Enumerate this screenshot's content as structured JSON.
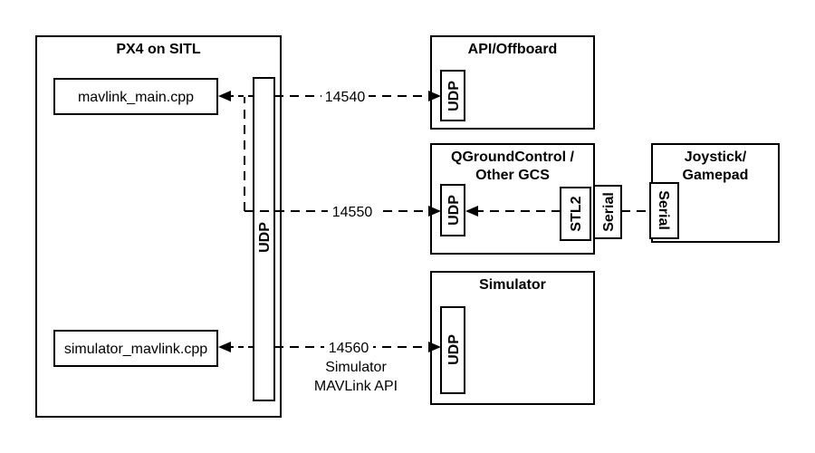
{
  "diagram": {
    "px4": {
      "title": "PX4 on SITL",
      "mavlink_main": "mavlink_main.cpp",
      "simulator_mavlink": "simulator_mavlink.cpp",
      "udp_bar": "UDP"
    },
    "api_offboard": {
      "title": "API/Offboard",
      "udp": "UDP"
    },
    "qgc": {
      "title_line1": "QGroundControl /",
      "title_line2": "Other GCS",
      "udp": "UDP",
      "stl2": "STL2",
      "serial": "Serial"
    },
    "joystick": {
      "title_line1": "Joystick/",
      "title_line2": "Gamepad",
      "serial": "Serial"
    },
    "simulator": {
      "title": "Simulator",
      "udp": "UDP"
    },
    "connections": [
      {
        "port": "14540",
        "from": "PX4 UDP",
        "to": "API/Offboard UDP"
      },
      {
        "port": "14550",
        "from": "PX4 UDP",
        "to": "QGroundControl UDP"
      },
      {
        "port": "14560",
        "from": "PX4 UDP",
        "to": "Simulator UDP",
        "note_line1": "Simulator",
        "note_line2": "MAVLink API"
      }
    ]
  }
}
